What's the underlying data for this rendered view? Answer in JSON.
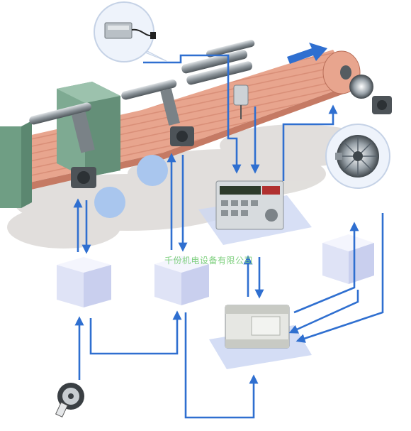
{
  "watermark": {
    "text": "千份机电设备有限公司"
  },
  "colors": {
    "web": "#e8a58e",
    "web_stripe": "#d98f78",
    "frame_green": "#6f9e84",
    "roller": "#8c949a",
    "arrow": "#2f6fd0",
    "box_face": "#e9ecfa",
    "shadow_pad": "#cdd7f3",
    "circle_blue": "#a9c6ee",
    "cloud_gray": "#d8d5d2"
  },
  "components": {
    "load_cell_sensor": "load-cell-callout",
    "tension_controller": "tension-controller-device",
    "plc": "plc-unit",
    "magnetic_powder_brake": "brake-callout",
    "encoder": "rotary-encoder",
    "blank_modules": [
      "module-box-left",
      "module-box-center",
      "module-box-right"
    ],
    "placeholder_circles": [
      "circle-left",
      "circle-center"
    ]
  }
}
